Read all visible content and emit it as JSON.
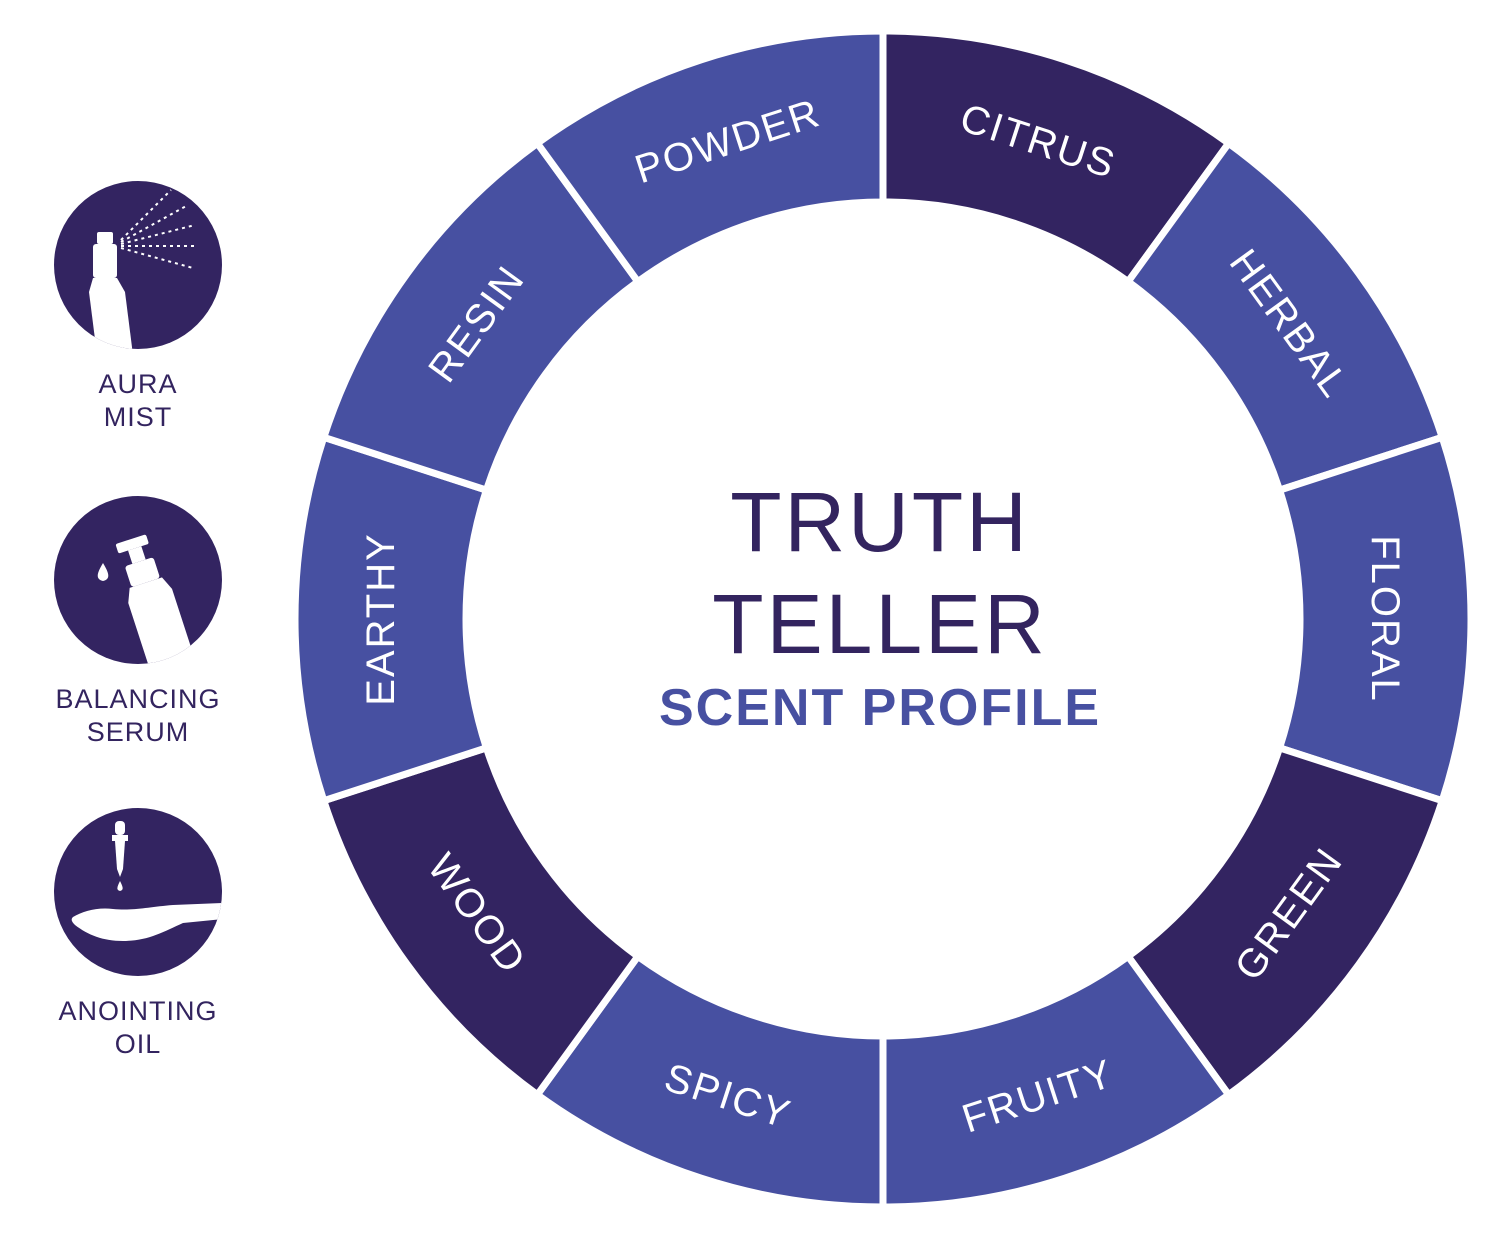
{
  "wheel": {
    "segments": [
      {
        "label": "CITRUS",
        "color": "#332461"
      },
      {
        "label": "HERBAL",
        "color": "#4750a1"
      },
      {
        "label": "FLORAL",
        "color": "#4750a1"
      },
      {
        "label": "GREEN",
        "color": "#332461"
      },
      {
        "label": "FRUITY",
        "color": "#4750a1"
      },
      {
        "label": "SPICY",
        "color": "#4750a1"
      },
      {
        "label": "WOOD",
        "color": "#332461"
      },
      {
        "label": "EARTHY",
        "color": "#4750a1"
      },
      {
        "label": "RESIN",
        "color": "#4750a1"
      },
      {
        "label": "POWDER",
        "color": "#4750a1"
      }
    ],
    "label_color": "#ffffff",
    "divider_color": "#ffffff"
  },
  "center": {
    "title_line1": "TRUTH",
    "title_line2": "TELLER",
    "subtitle": "SCENT PROFILE"
  },
  "products": [
    {
      "icon": "spray-bottle-icon",
      "line1": "AURA",
      "line2": "MIST"
    },
    {
      "icon": "pump-bottle-icon",
      "line1": "BALANCING",
      "line2": "SERUM"
    },
    {
      "icon": "dropper-hand-icon",
      "line1": "ANOINTING",
      "line2": "OIL"
    }
  ],
  "colors": {
    "dark": "#332461",
    "medium": "#4750a1"
  }
}
